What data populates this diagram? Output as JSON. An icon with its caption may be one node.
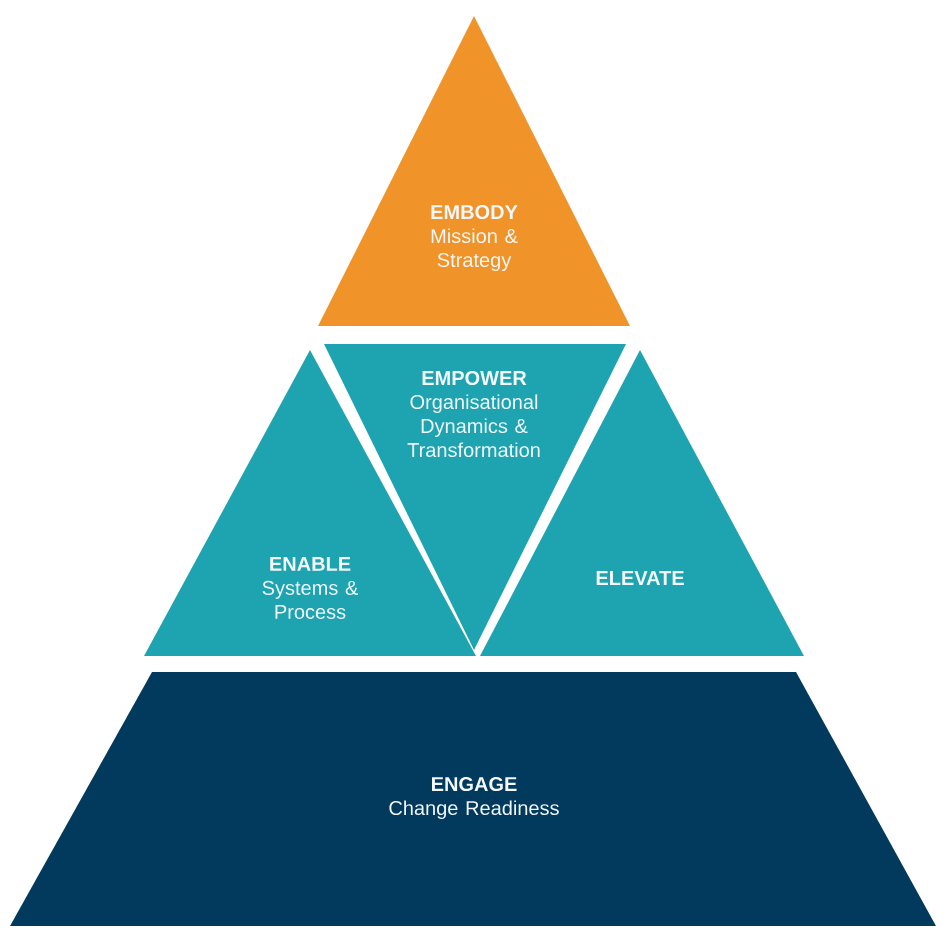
{
  "diagram": {
    "nodes": [
      {
        "text": [
          "EMBODY",
          "Mission & Strategy"
        ]
      },
      {
        "text": [
          "EMPOWER",
          "Organisational Dynamics & Transformation"
        ]
      },
      {
        "text": [
          "ENABLE",
          "Systems & Process"
        ]
      },
      {
        "text": [
          "ELEVATE"
        ]
      },
      {
        "text": [
          "ENGAGE",
          "Change Readiness"
        ]
      }
    ]
  }
}
